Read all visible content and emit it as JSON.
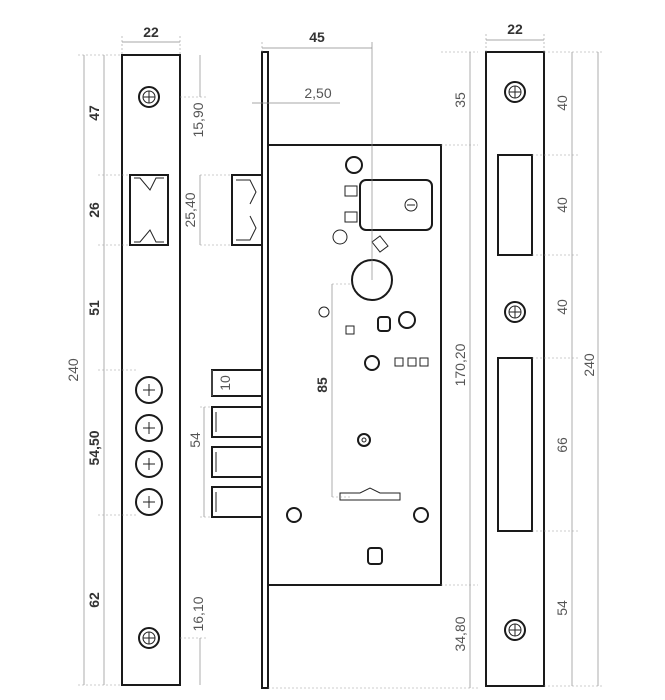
{
  "drawing": {
    "left_faceplate": {
      "width": "22",
      "dims": [
        "47",
        "26",
        "51",
        "54,50",
        "62"
      ],
      "height_total": "240",
      "screw_offset_top": "15,90",
      "latch_height": "25,40",
      "screw_offset_bottom": "16,10"
    },
    "lock_body": {
      "backset": "45",
      "plate_thickness": "2,50",
      "top_margin": "35",
      "case_height": "170,20",
      "bottom_margin": "34,80",
      "spindle_to_cylinder": "85",
      "bolt_width": "10",
      "bolt_stack": "54"
    },
    "right_strike": {
      "width": "22",
      "dims": [
        "40",
        "40",
        "40",
        "66",
        "54"
      ],
      "height_total": "240"
    }
  }
}
